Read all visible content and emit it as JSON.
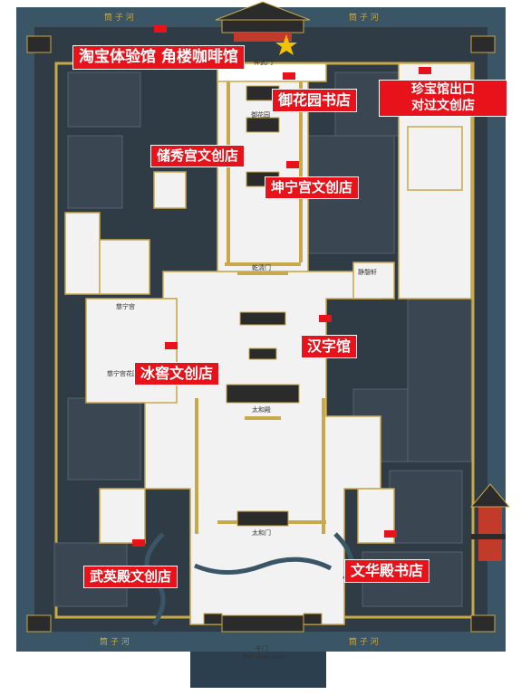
{
  "moat_labels": [
    "筒",
    "子",
    "河"
  ],
  "labels": {
    "taobao": "淘宝体验馆 角楼咖啡馆",
    "yuhuayuan": "御花园书店",
    "zhenbaoguan": "珍宝馆出口\n对过文创店",
    "chuxiugong": "储秀宫文创店",
    "kunninggong": "坤宁宫文创店",
    "hanziguan": "汉字馆",
    "bingjiao": "冰窖文创店",
    "wuyingdian": "武英殿文创店",
    "wenhuadian": "文华殿书店"
  },
  "halls": {
    "shenwumen": "神武门",
    "yuhuayuan": "御花园",
    "qianqingmen": "乾清门",
    "taihedian": "太和殿",
    "taihemen": "太和门",
    "wumen": "午门",
    "wumen_en": "Meridian Gate",
    "cininggong": "慈宁宫",
    "cininggong_garden": "慈宁宫花园",
    "jingrenfang": "静憩轩"
  },
  "colors": {
    "frame": "#2c3f4e",
    "moat": "#3a5565",
    "plaza": "#f2f2f2",
    "gold": "#c9a84a",
    "label": "#e8121a",
    "block_dark": "#2f3b45"
  }
}
